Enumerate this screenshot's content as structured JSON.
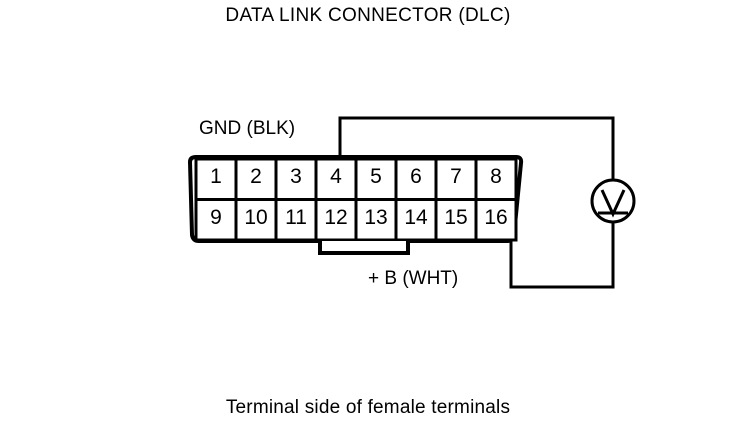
{
  "diagram": {
    "title": "DATA LINK CONNECTOR (DLC)",
    "caption": "Terminal side of female terminals",
    "background_color": "#ffffff",
    "line_color": "#000000"
  },
  "connector": {
    "name": "Data Link Connector (DLC)",
    "pin_count": 16,
    "rows": [
      {
        "row_name": "top-row",
        "pins": [
          "1",
          "2",
          "3",
          "4",
          "5",
          "6",
          "7",
          "8"
        ]
      },
      {
        "row_name": "bottom-row",
        "pins": [
          "9",
          "10",
          "11",
          "12",
          "13",
          "14",
          "15",
          "16"
        ]
      }
    ],
    "notch": {
      "name": "keying-notch",
      "under_pins": [
        "12",
        "13"
      ]
    }
  },
  "wires": [
    {
      "name": "ground-wire",
      "label": "GND (BLK)",
      "pin": "4",
      "color_code": "BLK"
    },
    {
      "name": "battery-positive-wire",
      "label": "+ B (WHT)",
      "pin": "16",
      "color_code": "WHT"
    }
  ],
  "meter": {
    "name": "voltmeter",
    "symbol": "V"
  }
}
